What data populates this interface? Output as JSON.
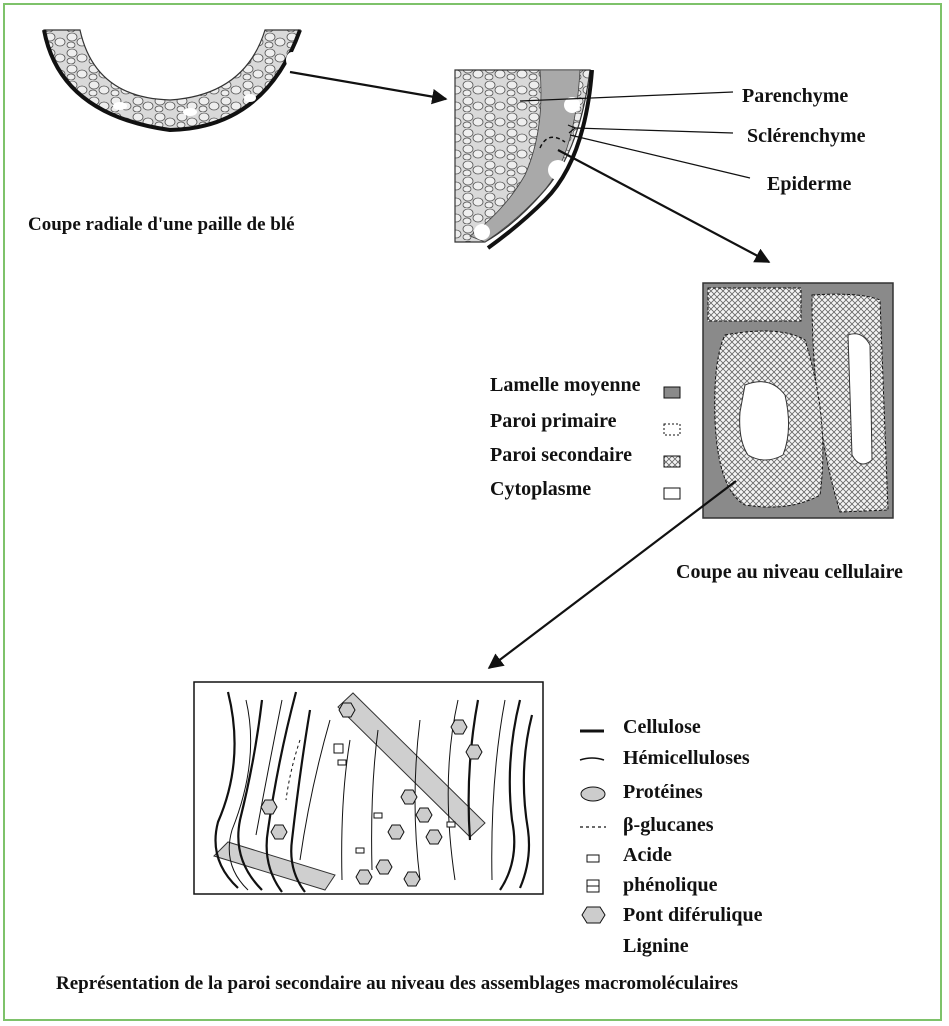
{
  "straw_caption": "Coupe radiale d'une paille de blé",
  "tissues": {
    "parenchyme": "Parenchyme",
    "sclerenchyme": "Sclérenchyme",
    "epiderme": "Epiderme"
  },
  "cell_legend": {
    "lamelle": "Lamelle moyenne",
    "primaire": "Paroi primaire",
    "secondaire": "Paroi secondaire",
    "cytoplasme": "Cytoplasme"
  },
  "cell_caption": "Coupe au niveau cellulaire",
  "wall_legend": {
    "cellulose": "Cellulose",
    "hemicelluloses": "Hémicelluloses",
    "proteines": "Protéines",
    "glucanes": "β-glucanes",
    "acide": "Acide",
    "phenolique": "phénolique",
    "pont": "Pont diférulique",
    "lignine": "Lignine"
  },
  "bottom_caption": "Représentation de la paroi secondaire au niveau des assemblages macromoléculaires",
  "colors": {
    "frame": "#7ec26a",
    "lamelle": "#8a8a8a",
    "lignin_band": "#cfcfcf",
    "protein": "#cccccc",
    "ink": "#111111"
  }
}
